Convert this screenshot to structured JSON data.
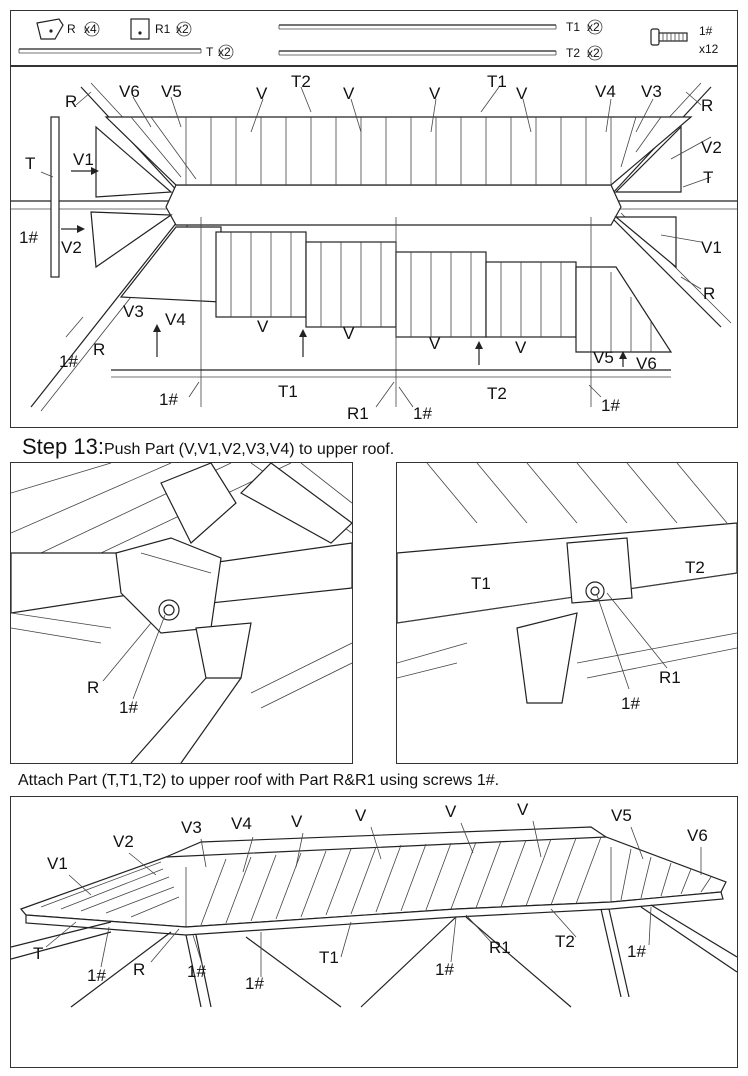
{
  "parts": [
    {
      "name": "R",
      "qty": "x4"
    },
    {
      "name": "R1",
      "qty": "x2"
    },
    {
      "name": "T1",
      "qty": "x2"
    },
    {
      "name": "T",
      "qty": "x2"
    },
    {
      "name": "T2",
      "qty": "x2"
    },
    {
      "name": "1#",
      "qty": "x12"
    }
  ],
  "top_diagram": {
    "labels": {
      "v6": "V6",
      "v5": "V5",
      "v_a": "V",
      "t2": "T2",
      "v_b": "V",
      "v_c": "V",
      "t1": "T1",
      "v_d": "V",
      "v4": "V4",
      "v3": "V3",
      "r_tl": "R",
      "r_tr": "R",
      "t_left": "T",
      "v1_left": "V1",
      "v2_right": "V2",
      "t_right": "T",
      "screw_left": "1#",
      "v2_left": "V2",
      "v1_right": "V1",
      "r_right": "R",
      "v3_low": "V3",
      "v4_low": "V4",
      "v_low_a": "V",
      "v_low_b": "V",
      "v_low_c": "V",
      "v_low_d": "V",
      "screw_low_left": "1#",
      "r_low_left": "R",
      "v5_low": "V5",
      "v6_low": "V6",
      "screw_b1": "1#",
      "t1_bottom": "T1",
      "t2_bottom": "T2",
      "r1_bottom": "R1",
      "screw_b2": "1#",
      "screw_b3": "1#"
    }
  },
  "step": {
    "number": "Step 13:",
    "text": "Push Part (V,V1,V2,V3,V4) to upper roof."
  },
  "detail_left": {
    "r": "R",
    "screw": "1#"
  },
  "detail_right": {
    "t1": "T1",
    "t2": "T2",
    "r1": "R1",
    "screw": "1#"
  },
  "attach_text": "Attach Part (T,T1,T2) to upper roof with Part R&R1 using screws 1#.",
  "bottom_diagram": {
    "labels": {
      "v1": "V1",
      "v2": "V2",
      "v3": "V3",
      "v4": "V4",
      "v_a": "V",
      "v_b": "V",
      "v_c": "V",
      "v_d": "V",
      "v5": "V5",
      "v6": "V6",
      "t": "T",
      "screw_a": "1#",
      "r": "R",
      "screw_b": "1#",
      "screw_c": "1#",
      "t1": "T1",
      "screw_d": "1#",
      "r1": "R1",
      "t2": "T2",
      "screw_e": "1#"
    }
  }
}
